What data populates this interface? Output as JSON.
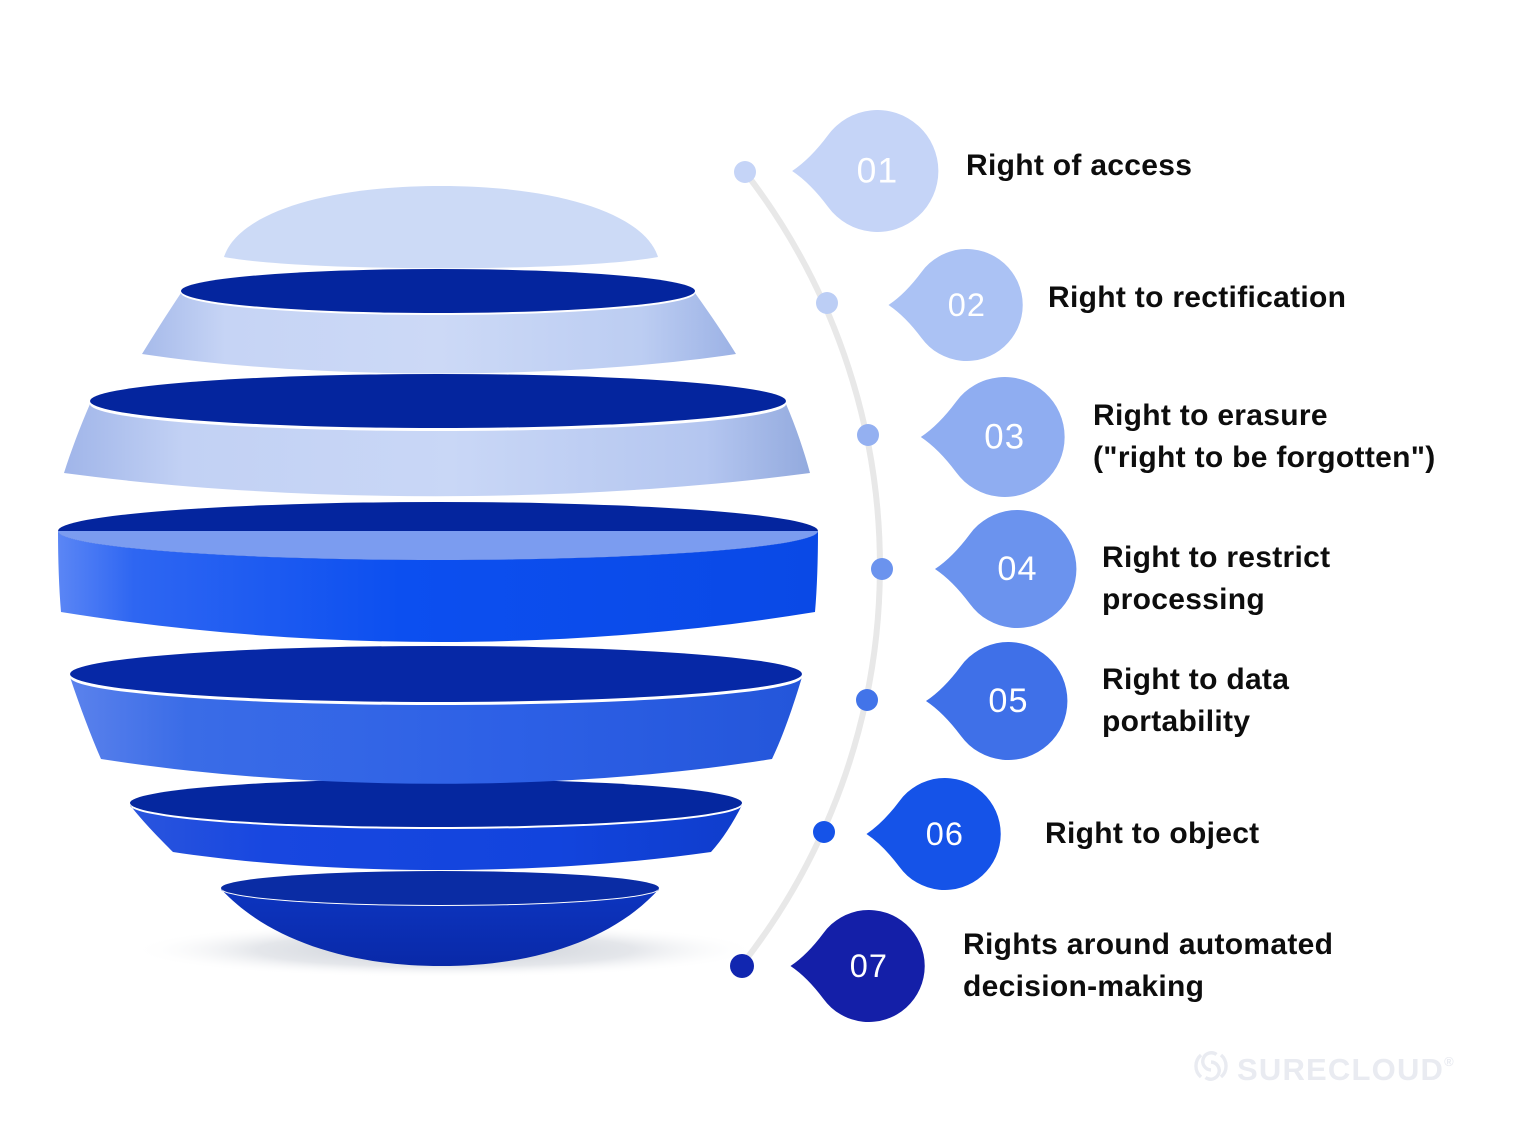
{
  "items": [
    {
      "number": "01",
      "lines": [
        "Right of access"
      ],
      "color": "#c5d4f7",
      "dot_color": "#c5d4f7"
    },
    {
      "number": "02",
      "lines": [
        "Right to rectification"
      ],
      "color": "#abc2f4",
      "dot_color": "#bccef5"
    },
    {
      "number": "03",
      "lines": [
        "Right to erasure",
        "(\"right to be forgotten\")"
      ],
      "color": "#8fadf1",
      "dot_color": "#94b0f1"
    },
    {
      "number": "04",
      "lines": [
        "Right to restrict",
        "processing"
      ],
      "color": "#6b93ee",
      "dot_color": "#6b93ee"
    },
    {
      "number": "05",
      "lines": [
        "Right to data",
        "portability"
      ],
      "color": "#3f70e8",
      "dot_color": "#4274e9"
    },
    {
      "number": "06",
      "lines": [
        "Right to object"
      ],
      "color": "#1553e8",
      "dot_color": "#1553e8"
    },
    {
      "number": "07",
      "lines": [
        "Rights around automated",
        "decision-making"
      ],
      "color": "#141fa8",
      "dot_color": "#1126b0"
    }
  ],
  "logo": {
    "name": "SURECLOUD",
    "registered": "®"
  },
  "palette": {
    "background": "#ffffff",
    "text": "#0d0d0d",
    "arc_line": "#e8e8e8",
    "sphere_navy_top": "#04259e",
    "sphere_light_band": "#ccd9f6",
    "sphere_vivid_band": "#0c4ff0",
    "sphere_front_rim": "#7b9cf0",
    "sphere_bottom_cap": "#0a2fb8",
    "logo_gray": "#e9ebf1"
  }
}
